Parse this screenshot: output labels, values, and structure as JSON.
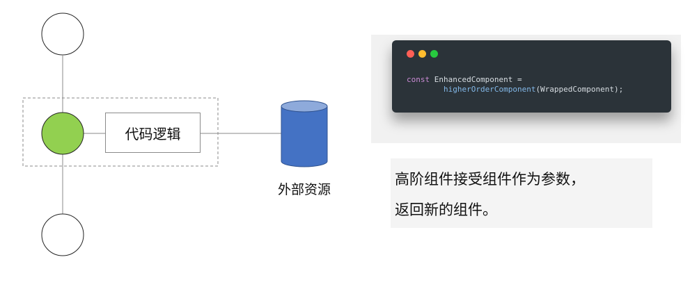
{
  "diagram": {
    "logic_label": "代码逻辑",
    "resource_label": "外部资源"
  },
  "code_card": {
    "line1_keyword": "const",
    "line1_rest": " EnhancedComponent =",
    "line2_indent": "        ",
    "line2_fn": "higherOrderComponent",
    "line2_args": "(WrappedComponent);",
    "colors": {
      "background": "#2b3339",
      "keyword": "#c98ad4",
      "function": "#83b8e8",
      "text": "#d7dde2"
    }
  },
  "description": {
    "line1": "高阶组件接受组件作为参数，",
    "line2": "返回新的组件。"
  },
  "colors": {
    "highlight_node": "#92d050",
    "database": "#4472c4",
    "database_top": "#8eaadb"
  }
}
